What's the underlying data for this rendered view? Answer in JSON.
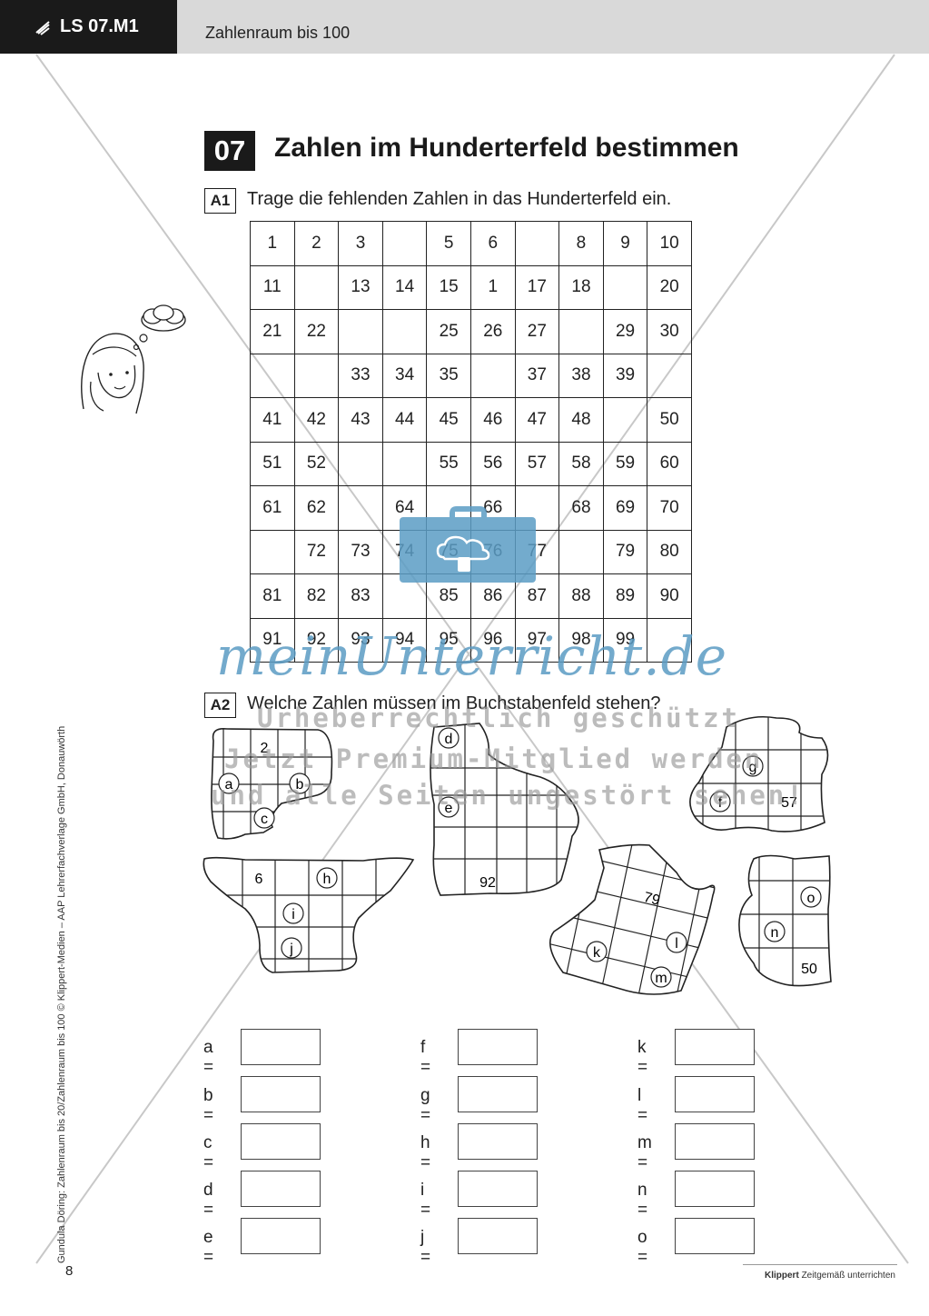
{
  "header": {
    "code": "LS 07.M1",
    "title": "Zahlenraum bis 100"
  },
  "worksheet": {
    "number": "07",
    "title": "Zahlen im Hunderterfeld bestimmen",
    "task1": {
      "label": "A1",
      "text": "Trage die fehlenden Zahlen in das Hunderterfeld ein."
    },
    "task2": {
      "label": "A2",
      "text": "Welche Zahlen müssen im Buchstabenfeld stehen?"
    }
  },
  "hundred_grid": [
    [
      "1",
      "2",
      "3",
      "",
      "5",
      "6",
      "",
      "8",
      "9",
      "10"
    ],
    [
      "11",
      "",
      "13",
      "14",
      "15",
      "1",
      "17",
      "18",
      "",
      "20"
    ],
    [
      "21",
      "22",
      "",
      "",
      "25",
      "26",
      "27",
      "",
      "29",
      "30"
    ],
    [
      "",
      "",
      "33",
      "34",
      "35",
      "",
      "37",
      "38",
      "39",
      ""
    ],
    [
      "41",
      "42",
      "43",
      "44",
      "45",
      "46",
      "47",
      "48",
      "",
      "50"
    ],
    [
      "51",
      "52",
      "",
      "",
      "55",
      "56",
      "57",
      "58",
      "59",
      "60"
    ],
    [
      "61",
      "62",
      "",
      "64",
      "",
      "66",
      "",
      "68",
      "69",
      "70"
    ],
    [
      "",
      "72",
      "73",
      "74",
      "75",
      "76",
      "77",
      "",
      "79",
      "80"
    ],
    [
      "81",
      "82",
      "83",
      "",
      "85",
      "86",
      "87",
      "88",
      "89",
      "90"
    ],
    [
      "91",
      "92",
      "93",
      "94",
      "95",
      "96",
      "97",
      "98",
      "99",
      ""
    ]
  ],
  "pieces": {
    "p1": {
      "num": "2",
      "a": "a",
      "b": "b",
      "c": "c"
    },
    "p2": {
      "d": "d",
      "e": "e",
      "num": "92"
    },
    "p3": {
      "g": "g",
      "f": "f",
      "num": "57"
    },
    "p4": {
      "num": "6",
      "h": "h",
      "i": "i",
      "j": "j"
    },
    "p5": {
      "num": "79",
      "k": "k",
      "l": "l",
      "m": "m"
    },
    "p6": {
      "o": "o",
      "n": "n",
      "num": "50"
    }
  },
  "answers": {
    "col1": [
      "a =",
      "b =",
      "c =",
      "d =",
      "e ="
    ],
    "col2": [
      "f =",
      "g =",
      "h =",
      "i =",
      "j ="
    ],
    "col3": [
      "k =",
      "l =",
      "m =",
      "n =",
      "o ="
    ]
  },
  "watermark": {
    "brand": "meinUnterricht.de",
    "line1": "Urheberrechtlich geschützt",
    "line2": "Jetzt Premium-Mitglied werden",
    "line3": "und alle Seiten ungestört sehen!"
  },
  "footer": {
    "side_credit": "Gundula Döring: Zahlenraum bis 20/Zahlenraum bis 100  © Klippert-Medien – AAP Lehrerfachverlage GmbH, Donauwörth",
    "page": "8",
    "brand": "Klippert",
    "slogan": "Zeitgemäß unterrichten"
  }
}
